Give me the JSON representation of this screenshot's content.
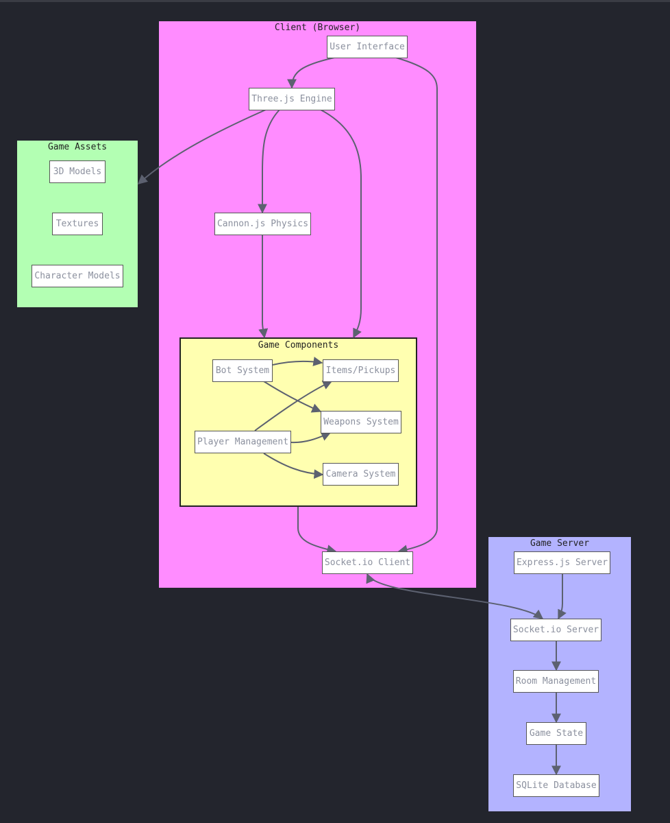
{
  "clusters": {
    "client": {
      "title": "Client (Browser)",
      "color": "#ff8cff"
    },
    "components": {
      "title": "Game Components",
      "color": "#ffffb0"
    },
    "assets": {
      "title": "Game Assets",
      "color": "#b3ffb3"
    },
    "server": {
      "title": "Game Server",
      "color": "#b3b3ff"
    }
  },
  "nodes": {
    "ui": "User Interface",
    "three": "Three.js Engine",
    "cannon": "Cannon.js Physics",
    "bot": "Bot System",
    "items": "Items/Pickups",
    "weapons": "Weapons System",
    "player": "Player Management",
    "camera": "Camera System",
    "socket_client": "Socket.io Client",
    "models": "3D Models",
    "textures": "Textures",
    "characters": "Character Models",
    "express": "Express.js Server",
    "socket_server": "Socket.io Server",
    "rooms": "Room Management",
    "state": "Game State",
    "sqlite": "SQLite Database"
  },
  "edges": [
    [
      "ui",
      "three"
    ],
    [
      "ui",
      "socket_client"
    ],
    [
      "three",
      "models"
    ],
    [
      "three",
      "cannon"
    ],
    [
      "three",
      "components"
    ],
    [
      "cannon",
      "components"
    ],
    [
      "bot",
      "items"
    ],
    [
      "bot",
      "weapons"
    ],
    [
      "player",
      "items"
    ],
    [
      "player",
      "weapons"
    ],
    [
      "player",
      "camera"
    ],
    [
      "components",
      "socket_client"
    ],
    [
      "socket_client",
      "socket_server"
    ],
    [
      "express",
      "socket_server"
    ],
    [
      "socket_server",
      "rooms"
    ],
    [
      "rooms",
      "state"
    ],
    [
      "state",
      "sqlite"
    ]
  ]
}
